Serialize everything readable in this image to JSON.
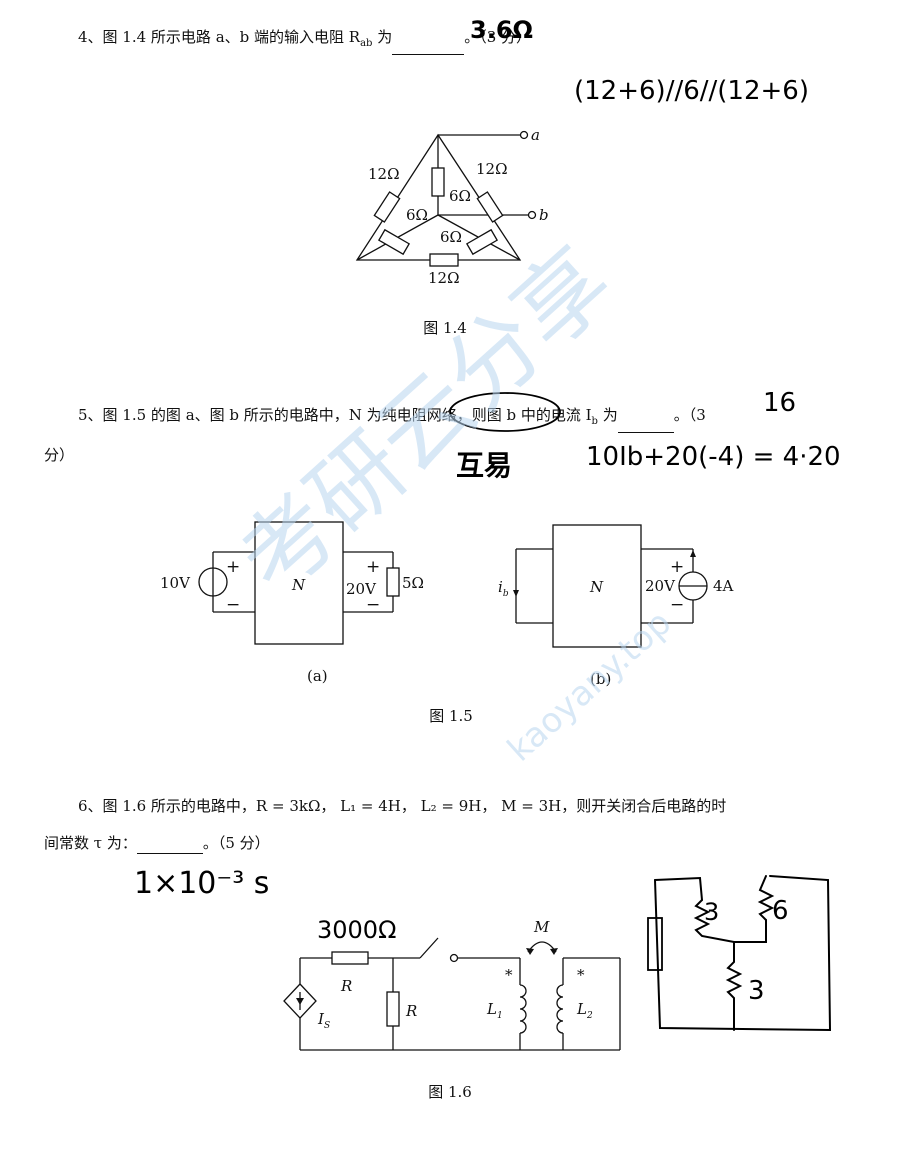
{
  "q4": {
    "text": "4、图 1.4 所示电路 a、b 端的输入电阻 R",
    "sub": "ab",
    "text2": " 为",
    "text3": "。（3 分）",
    "answer": "3.6Ω",
    "note": "(12+6)//6//(12+6)"
  },
  "fig14": {
    "caption": "图 1.4",
    "r_left": "12Ω",
    "r_right": "12Ω",
    "r_center": "6Ω",
    "r_inner_left": "6Ω",
    "r_inner_right": "6Ω",
    "r_bottom": "12Ω",
    "node_a": "a",
    "node_b": "b"
  },
  "q5": {
    "text": "5、图 1.5 的图 a、图 b 所示的电路中，N 为",
    "circled": "纯电阻网络",
    "text2": "，则图 b 中的电流 I",
    "sub": "b",
    "text3": " 为",
    "text4": "。（3",
    "line2": "分）",
    "answer": "16",
    "note_left": "互易",
    "note_right": "10Ib+20(-4) = 4·20"
  },
  "fig15": {
    "caption": "图 1.5",
    "label_a": "(a)",
    "label_b": "(b)",
    "n_label": "N",
    "src_a": "10V",
    "v_a": "20V",
    "r_a": "5Ω",
    "v_b": "20V",
    "i_b_src": "4A",
    "ib": "i",
    "ib_sub": "b",
    "plus": "+",
    "minus": "−"
  },
  "q6": {
    "text": "6、图 1.6 所示的电路中，R = 3kΩ， L₁ = 4H， L₂ = 9H， M = 3H，则开关闭合后电路的时",
    "line2": "间常数 τ 为：",
    "text3": "。（5 分）",
    "answer": "1×10⁻³ s",
    "r_note": "3000Ω"
  },
  "fig16": {
    "caption": "图 1.6",
    "r_top": "R",
    "r_mid": "R",
    "is": "I",
    "is_sub": "S",
    "l1": "L",
    "l1_sub": "1",
    "l2": "L",
    "l2_sub": "2",
    "m": "M",
    "dot": "*"
  },
  "sketch": {
    "n1": "3",
    "n2": "6",
    "n3": "3"
  },
  "watermark": {
    "cn": "考研云分享",
    "url": "kaoyany.top"
  }
}
